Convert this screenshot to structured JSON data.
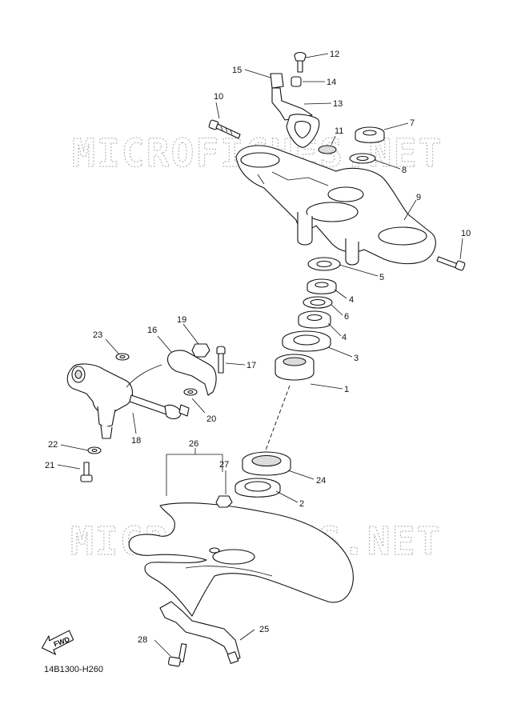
{
  "watermark": "MICROFICHES.NET",
  "diagram_code": "14B1300-H260",
  "fwd_label": "FWD",
  "callouts": [
    "1",
    "2",
    "3",
    "4",
    "4",
    "5",
    "6",
    "7",
    "8",
    "9",
    "10",
    "10",
    "11",
    "12",
    "13",
    "14",
    "15",
    "16",
    "17",
    "18",
    "19",
    "20",
    "21",
    "22",
    "23",
    "24",
    "25",
    "26",
    "27",
    "28"
  ]
}
